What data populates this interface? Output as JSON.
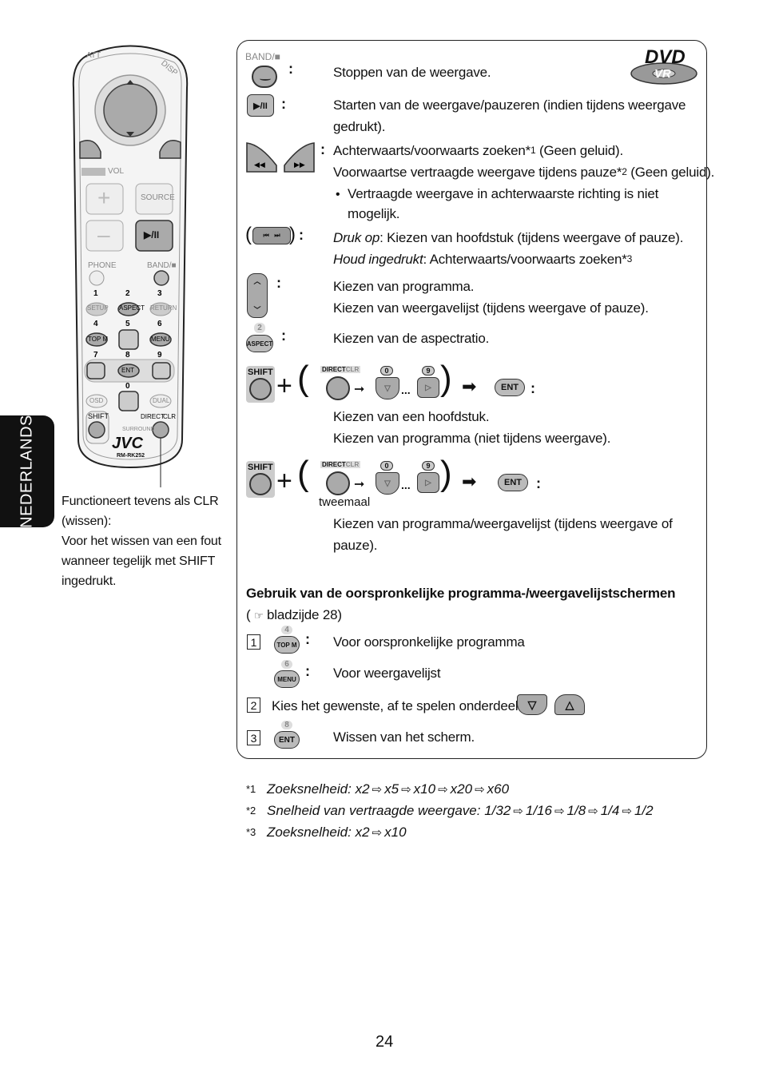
{
  "side_tab": "NEDERLANDS",
  "remote": {
    "brand": "JVC",
    "model": "RM-RK252",
    "labels": {
      "att": "ATT",
      "disp": "DISP",
      "vol": "VOL",
      "source": "SOURCE",
      "phone": "PHONE",
      "band": "BAND/■",
      "setup": "SETUP",
      "aspect": "ASPECT",
      "return": "RETURN",
      "topm": "TOP M",
      "menu": "MENU",
      "ent": "ENT",
      "osd": "OSD",
      "dual": "DUAL",
      "shift": "SHIFT",
      "direct": "DIRECT",
      "clr": "CLR",
      "surround": "SURROUND",
      "n1": "1",
      "n2": "2",
      "n3": "3",
      "n4": "4",
      "n5": "5",
      "n6": "6",
      "n7": "7",
      "n8": "8",
      "n9": "9",
      "n0": "0"
    }
  },
  "remote_caption": [
    "Functioneert tevens als CLR",
    "(wissen):",
    "Voor het wissen van een fout",
    "wanneer tegelijk met SHIFT",
    "ingedrukt."
  ],
  "badge": {
    "top": "DVD",
    "bottom": "VR"
  },
  "rows": {
    "stop_label": "BAND/■",
    "stop": "Stoppen van de weergave.",
    "play_1": "Starten van de weergave/pauzeren (indien tijdens weergave",
    "play_2": "gedrukt).",
    "search_1a": "Achterwaarts/voorwaarts zoeken*",
    "search_1sup": "1",
    "search_1b": " (Geen geluid).",
    "search_2a": "Voorwaartse vertraagde weergave tijdens pauze*",
    "search_2sup": "2",
    "search_2b": " (Geen geluid).",
    "bullet_1": "Vertraagde weergave in achterwaarste richting is niet",
    "bullet_2": "mogelijk.",
    "chapter_1em": "Druk op",
    "chapter_1": ": Kiezen van hoofdstuk (tijdens weergave of pauze).",
    "chapter_2em": "Houd ingedrukt",
    "chapter_2": ": Achterwaarts/voorwaarts zoeken*",
    "chapter_2sup": "3",
    "prog_1": "Kiezen van programma.",
    "prog_2": "Kiezen van weergavelijst (tijdens weergave of pauze).",
    "aspect_num": "2",
    "aspect_key": "ASPECT",
    "aspect": "Kiezen van de aspectratio.",
    "shift": "SHIFT",
    "direct": "DIRECT",
    "clr": "CLR",
    "k0": "0",
    "k9": "9",
    "ent": "ENT",
    "hoofdstuk_1": "Kiezen van een hoofdstuk.",
    "hoofdstuk_2": "Kiezen van programma (niet tijdens weergave).",
    "tweemaal": "tweemaal",
    "list_1": "Kiezen van programma/weergavelijst (tijdens weergave of",
    "list_2": "pauze)."
  },
  "section": {
    "title": "Gebruik van de oorspronkelijke programma-/weergavelijstschermen",
    "ref": "bladzijde 28)",
    "ref_open": "(",
    "step1_num": "1",
    "step1_key_num": "4",
    "step1_key": "TOP M",
    "step1a": "Voor oorspronkelijke programma",
    "step1b_key_num": "6",
    "step1b_key": "MENU",
    "step1b": "Voor weergavelijst",
    "step2_num": "2",
    "step2": "Kies het gewenste, af te spelen onderdeel.",
    "step3_num": "3",
    "step3_key_num": "8",
    "step3_key": "ENT",
    "step3": "Wissen van het scherm."
  },
  "footnotes": [
    {
      "mark": "*1",
      "label": "Zoeksnelheid:",
      "steps": [
        "x2",
        "x5",
        "x10",
        "x20",
        "x60"
      ]
    },
    {
      "mark": "*2",
      "label": "Snelheid van vertraagde weergave:",
      "steps": [
        "1/32",
        "1/16",
        "1/8",
        "1/4",
        "1/2"
      ]
    },
    {
      "mark": "*3",
      "label": "Zoeksnelheid:",
      "steps": [
        "x2",
        "x10"
      ]
    }
  ],
  "page_number": "24"
}
